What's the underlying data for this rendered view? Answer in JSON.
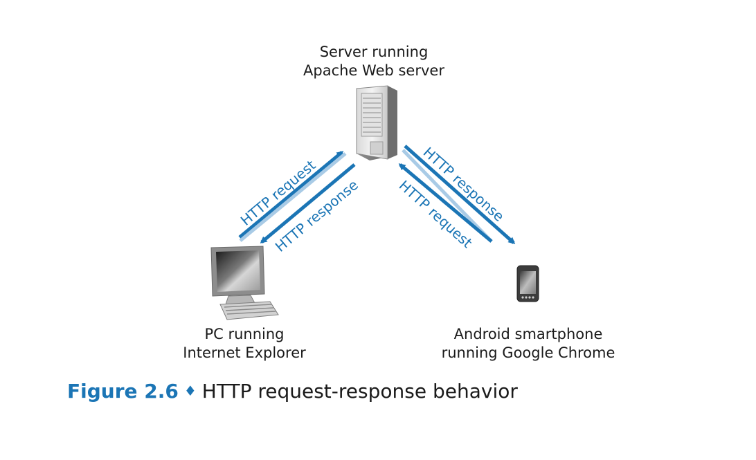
{
  "nodes": {
    "server": {
      "line1": "Server running",
      "line2": "Apache Web server",
      "icon": "server-tower-icon"
    },
    "pc": {
      "line1": "PC running",
      "line2": "Internet Explorer",
      "icon": "desktop-computer-icon"
    },
    "phone": {
      "line1": "Android smartphone",
      "line2": "running Google Chrome",
      "icon": "smartphone-icon"
    }
  },
  "arrows": {
    "pc_request": "HTTP request",
    "pc_response": "HTTP response",
    "phone_response": "HTTP response",
    "phone_request": "HTTP request"
  },
  "caption": {
    "figure": "Figure 2.6",
    "separator": "♦",
    "text": "HTTP request-response behavior"
  },
  "colors": {
    "arrow_dark": "#1b75b5",
    "arrow_light": "#a9cbe6",
    "label": "#1b75b5"
  }
}
